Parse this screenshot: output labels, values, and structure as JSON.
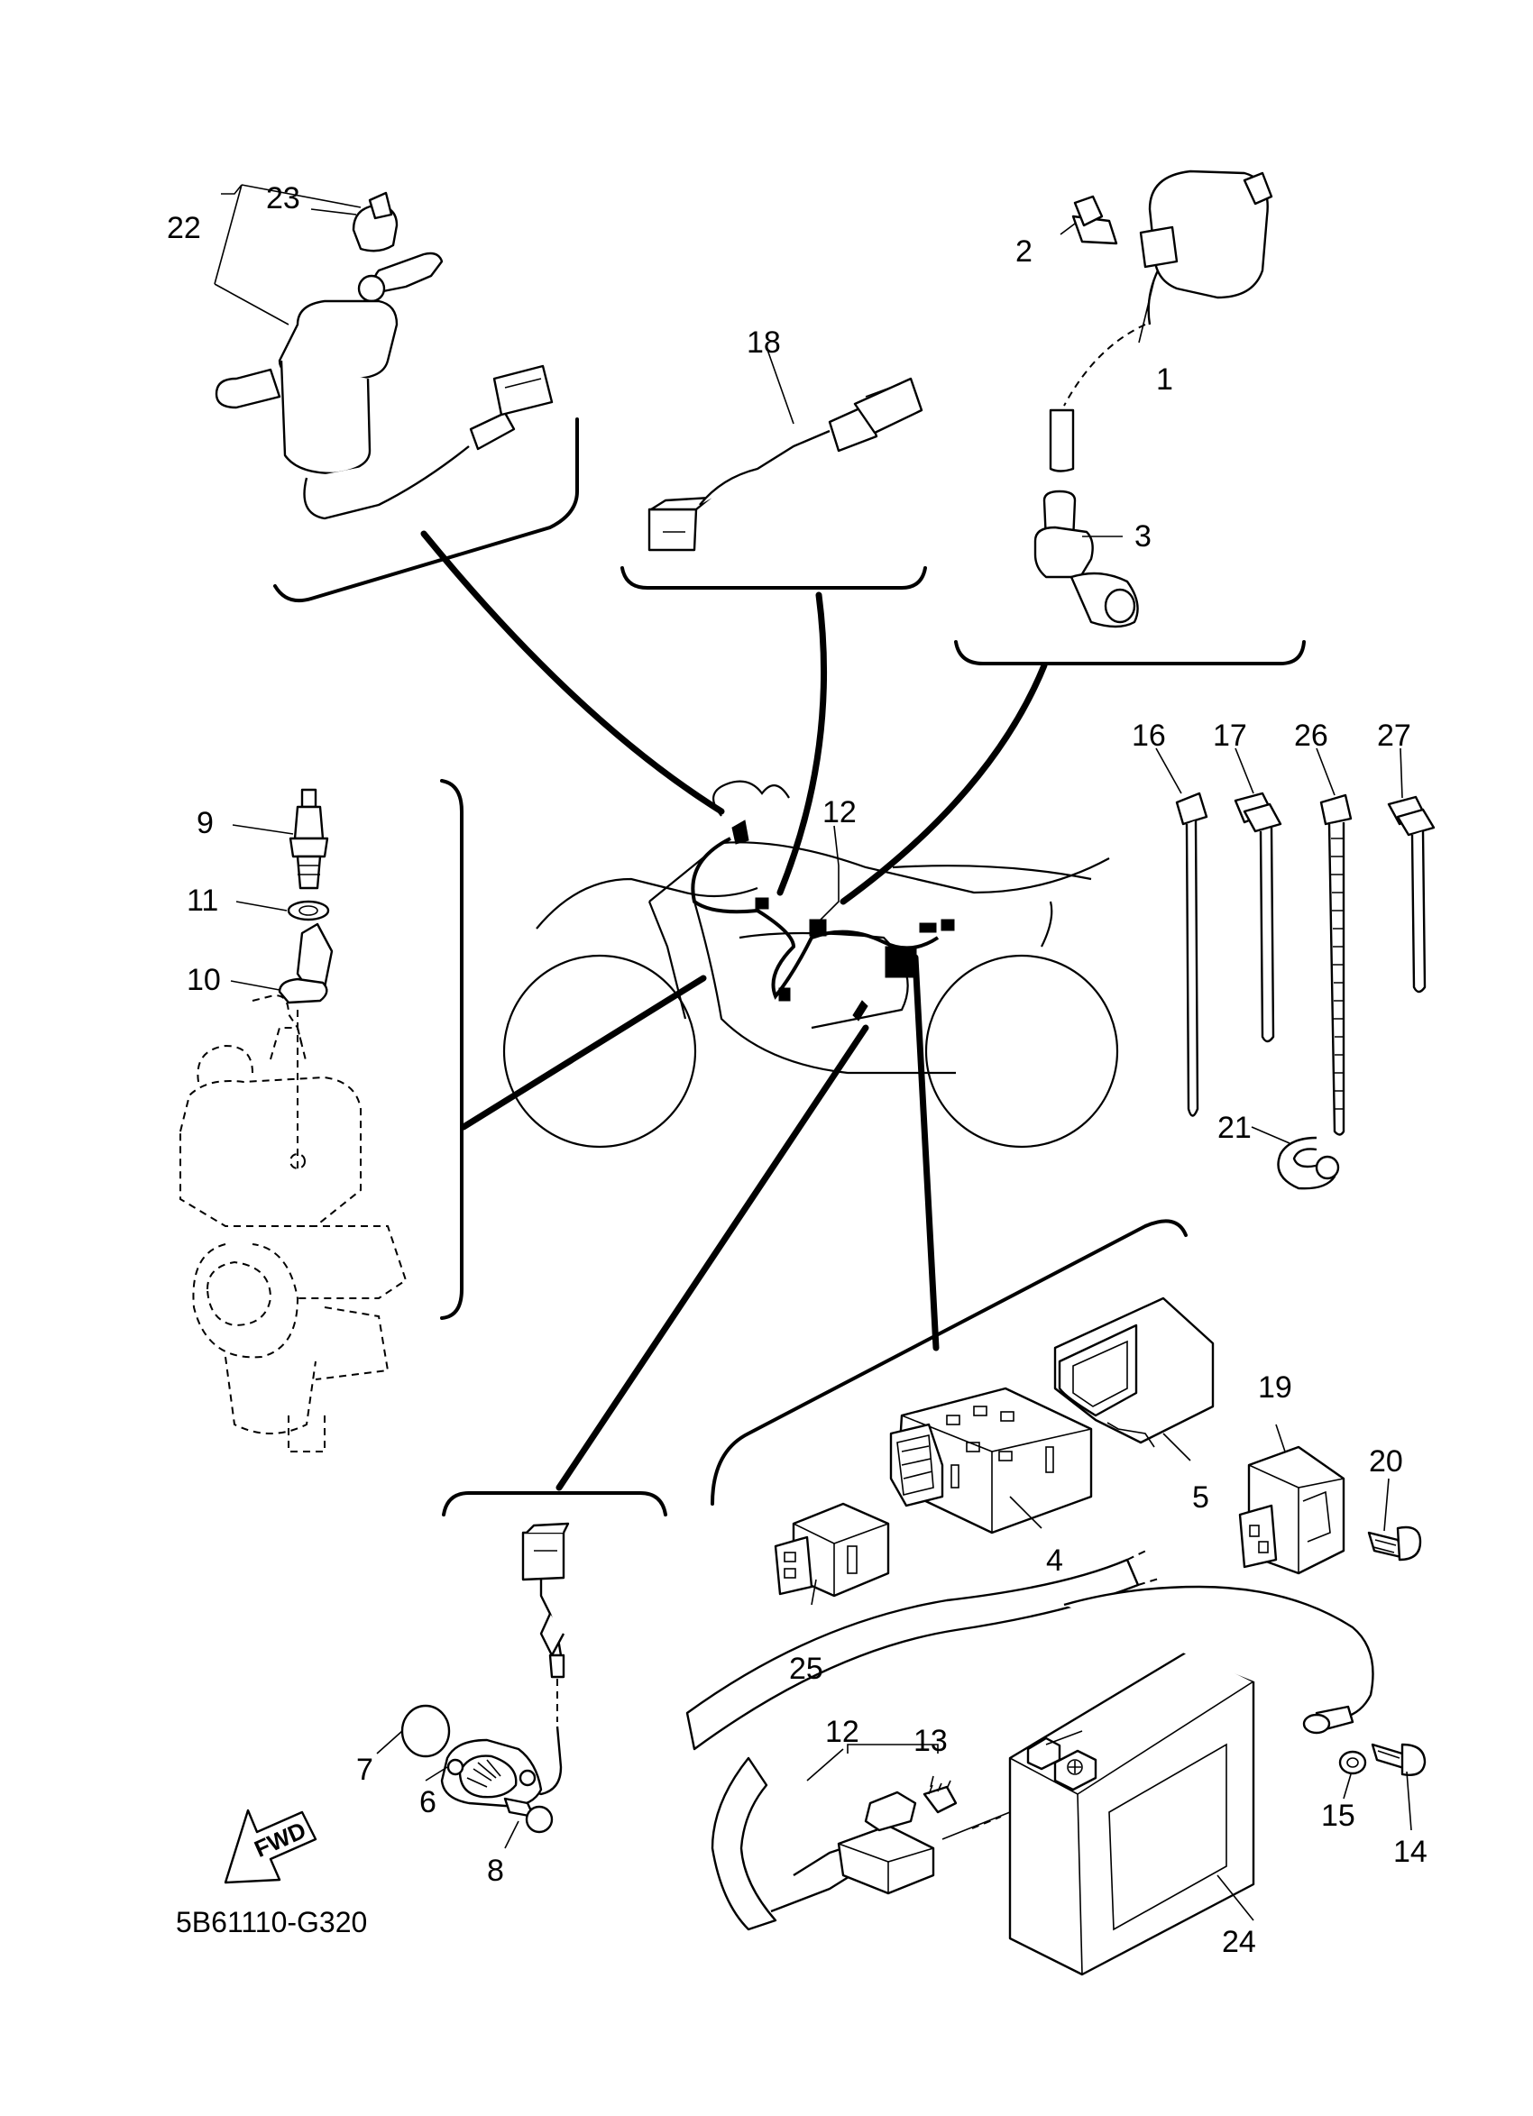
{
  "diagram_code": "5B61110-G320",
  "fwd_label": "FWD",
  "callouts": [
    {
      "key": "c1",
      "text": "1"
    },
    {
      "key": "c2",
      "text": "2"
    },
    {
      "key": "c3",
      "text": "3"
    },
    {
      "key": "c4",
      "text": "4"
    },
    {
      "key": "c5",
      "text": "5"
    },
    {
      "key": "c6",
      "text": "6"
    },
    {
      "key": "c7",
      "text": "7"
    },
    {
      "key": "c8",
      "text": "8"
    },
    {
      "key": "c9",
      "text": "9"
    },
    {
      "key": "c10",
      "text": "10"
    },
    {
      "key": "c11",
      "text": "11"
    },
    {
      "key": "c12a",
      "text": "12"
    },
    {
      "key": "c12b",
      "text": "12"
    },
    {
      "key": "c13",
      "text": "13"
    },
    {
      "key": "c14",
      "text": "14"
    },
    {
      "key": "c15",
      "text": "15"
    },
    {
      "key": "c16",
      "text": "16"
    },
    {
      "key": "c17",
      "text": "17"
    },
    {
      "key": "c18",
      "text": "18"
    },
    {
      "key": "c19",
      "text": "19"
    },
    {
      "key": "c20",
      "text": "20"
    },
    {
      "key": "c21",
      "text": "21"
    },
    {
      "key": "c22",
      "text": "22"
    },
    {
      "key": "c23",
      "text": "23"
    },
    {
      "key": "c24",
      "text": "24"
    },
    {
      "key": "c25",
      "text": "25"
    },
    {
      "key": "c26",
      "text": "26"
    },
    {
      "key": "c27",
      "text": "27"
    }
  ]
}
